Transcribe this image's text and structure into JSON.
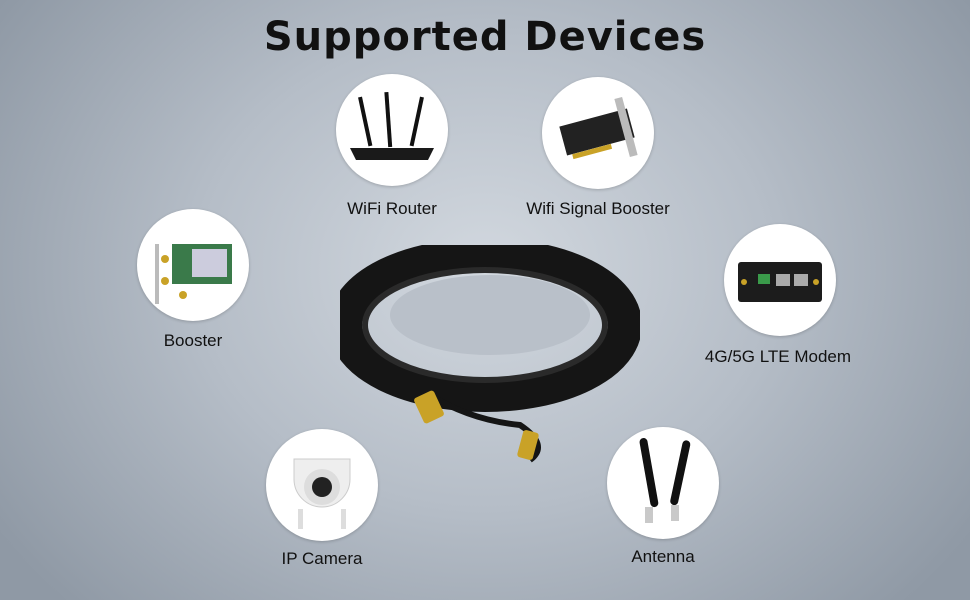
{
  "title": "Supported Devices",
  "devices": [
    {
      "name": "WiFi Router"
    },
    {
      "name": "Wifi Signal Booster"
    },
    {
      "name": "Booster"
    },
    {
      "name": "4G/5G LTE Modem"
    },
    {
      "name": "IP Camera"
    },
    {
      "name": "Antenna"
    }
  ],
  "colors": {
    "cable": "#151515",
    "connector": "#c9a227"
  }
}
